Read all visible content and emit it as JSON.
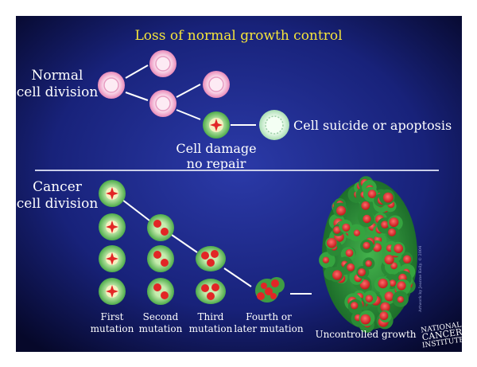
{
  "title": "Loss of normal growth control",
  "normal": {
    "heading_line1": "Normal",
    "heading_line2": "cell division",
    "apoptosis_label": "Cell suicide or apoptosis",
    "damage_line1": "Cell damage",
    "damage_line2": "no repair"
  },
  "cancer": {
    "heading_line1": "Cancer",
    "heading_line2": "cell division",
    "stages": [
      {
        "line1": "First",
        "line2": "mutation"
      },
      {
        "line1": "Second",
        "line2": "mutation"
      },
      {
        "line1": "Third",
        "line2": "mutation"
      },
      {
        "line1": "Fourth or",
        "line2": "later mutation"
      }
    ],
    "uncontrolled_label": "Uncontrolled growth"
  },
  "logo": {
    "line1": "NATIONAL",
    "line2": "CANCER",
    "line3": "INSTITUTE"
  },
  "credit": "Artwork by Jeanne Kelly. © 2004",
  "colors": {
    "background_center": "#2b3aa8",
    "background_edge": "#06082a",
    "title": "#f5e43a",
    "text": "#ffffff",
    "normal_cell": "#f2a8cc",
    "normal_nucleus": "#fbe0ee",
    "cancer_cell": "#8fd27a",
    "cancer_nucleus": "#f4f0c0",
    "mutation_mark": "#e22626"
  }
}
